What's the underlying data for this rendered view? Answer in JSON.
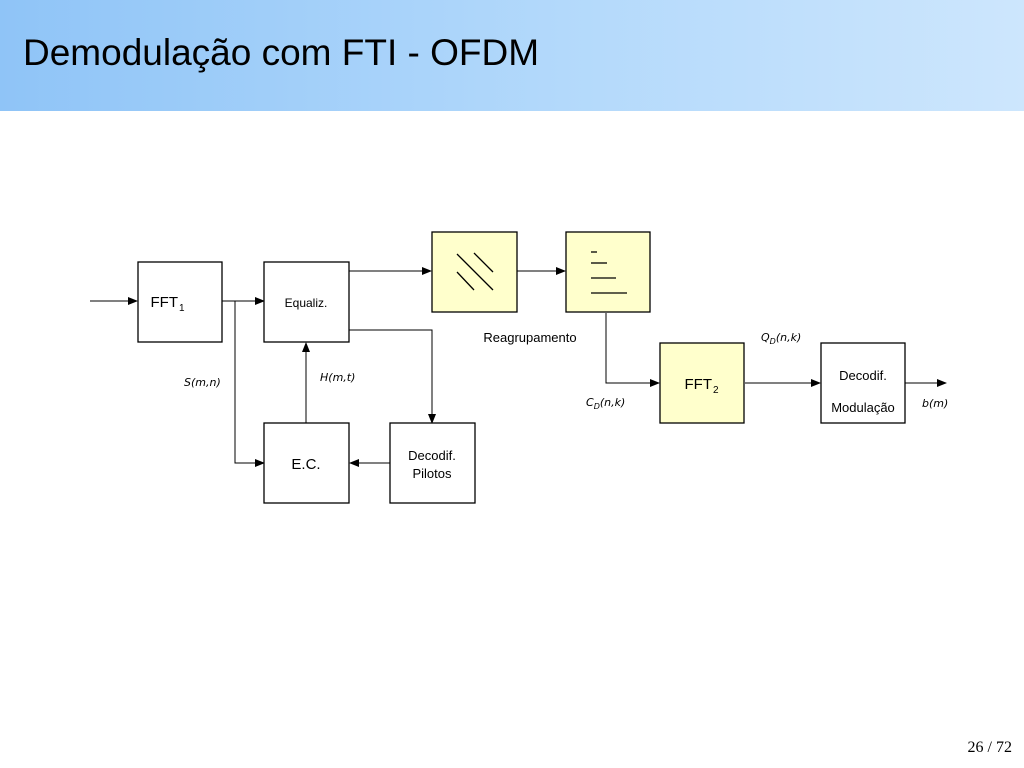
{
  "slide": {
    "title": "Demodulação com FTI - OFDM",
    "page_current": "26",
    "page_separator": "/",
    "page_total": "72"
  },
  "blocks": {
    "fft1": {
      "label": "FFT",
      "sub": "1"
    },
    "equaliz": {
      "label": "Equaliz."
    },
    "ec": {
      "label": "E.C."
    },
    "decod_pilotos": {
      "line1": "Decodif.",
      "line2": "Pilotos"
    },
    "fft2": {
      "label": "FFT",
      "sub": "2"
    },
    "decod_mod": {
      "line1": "Decodif.",
      "line2": "Modulação"
    }
  },
  "labels": {
    "reagrupamento": "Reagrupamento",
    "s_mn": "S(m,n)",
    "h_mt": "H(m,t)",
    "qd_main": "Q",
    "qd_sub": "D",
    "qd_args": "(n,k)",
    "cd_main": "C",
    "cd_sub": "D",
    "cd_args": "(n,k)",
    "bm": "b(m)"
  },
  "colors": {
    "header_start": "#8fc4f7",
    "header_end": "#cde6fd",
    "block_highlight": "#ffffcc",
    "stroke": "#000000"
  }
}
